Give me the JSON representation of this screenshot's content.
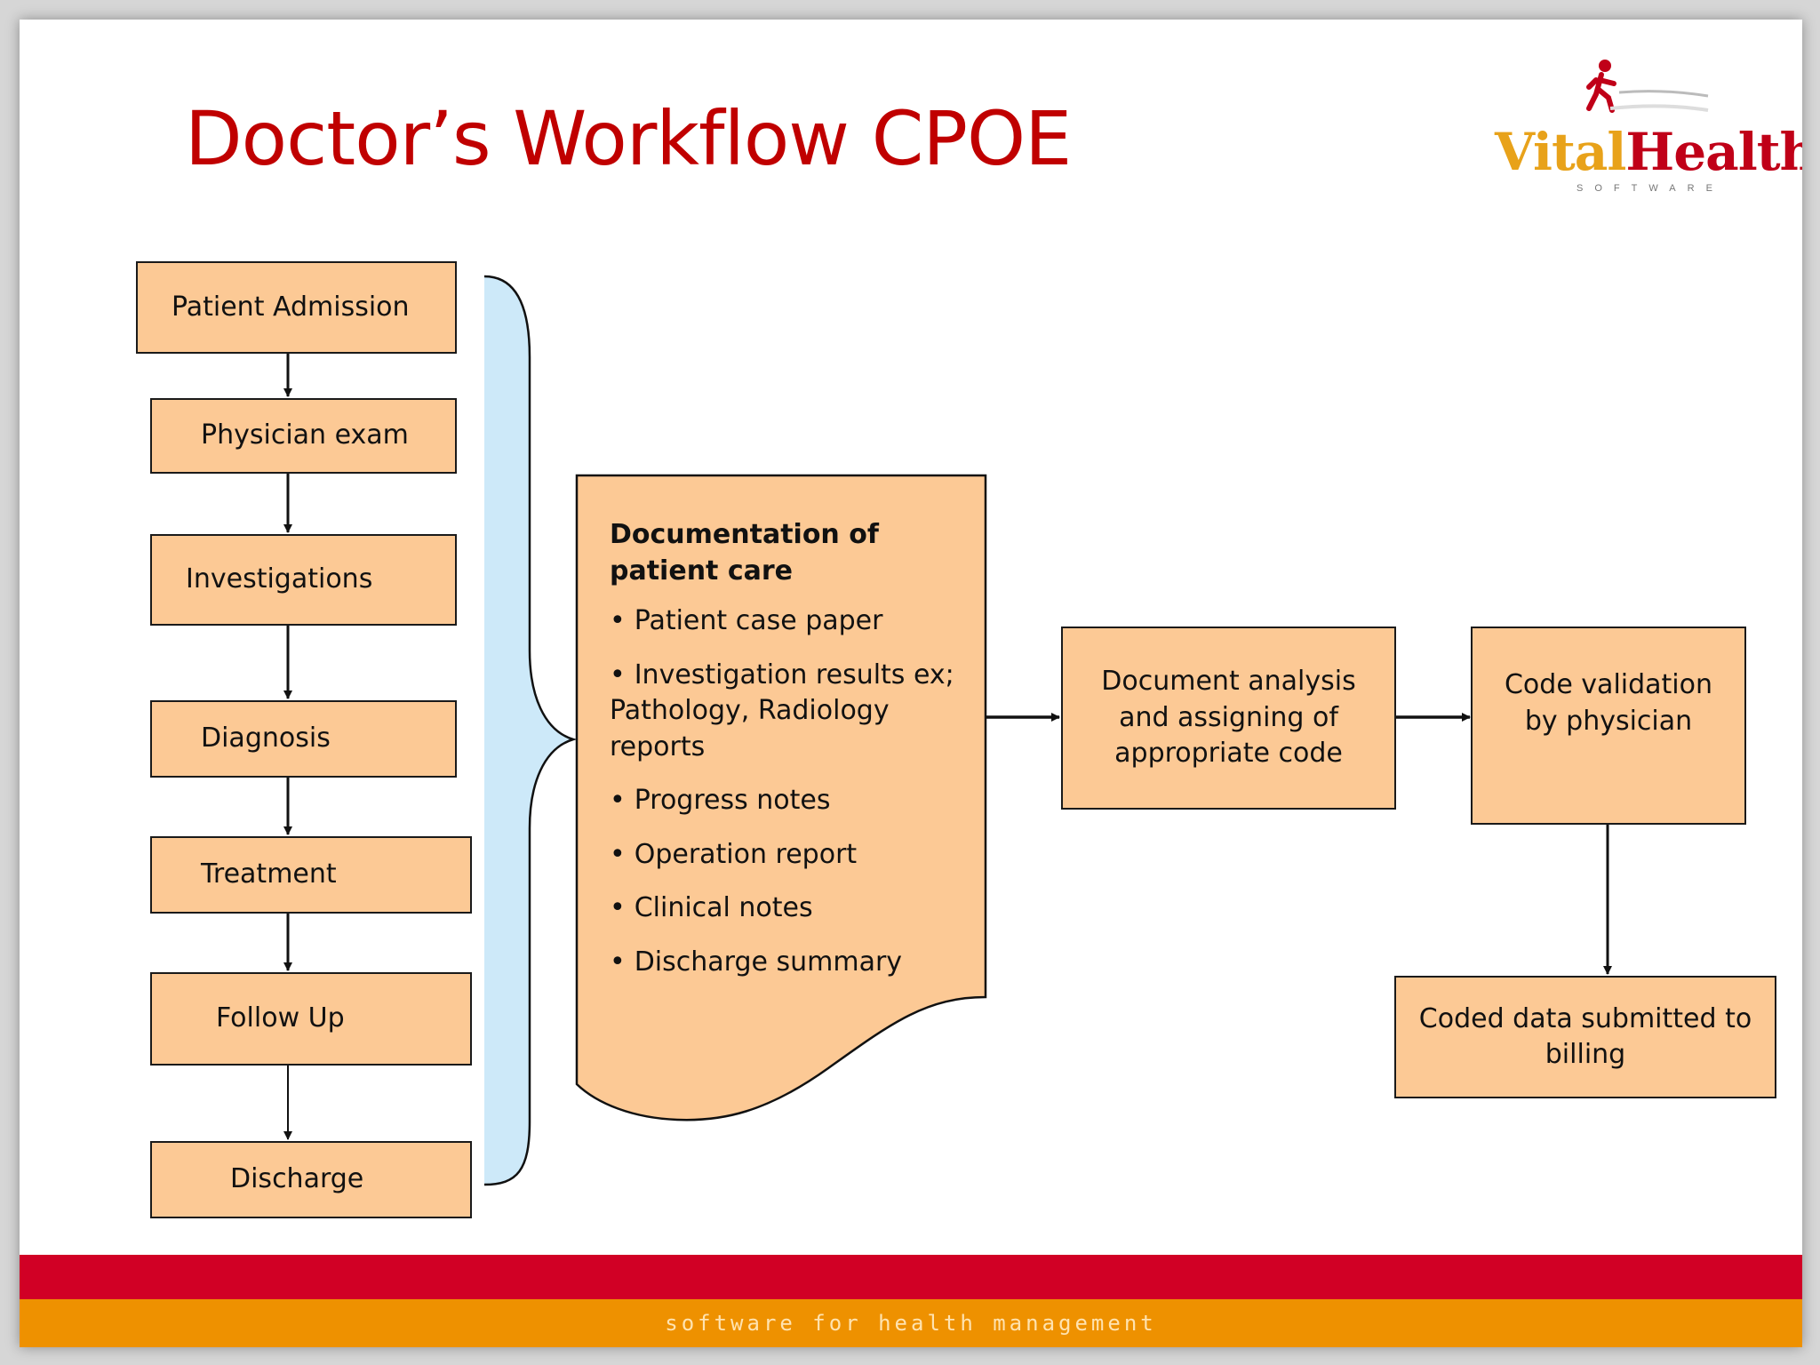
{
  "slide": {
    "title": "Doctor’s Workflow CPOE",
    "logo": {
      "word_part1": "Vital",
      "word_part2": "Health",
      "subtitle": "SOFTWARE",
      "colors": {
        "vital": "#e8a21a",
        "health": "#c00018"
      }
    },
    "footer_text": "software for health management"
  },
  "workflow": {
    "steps": [
      "Patient Admission",
      "Physician exam",
      "Investigations",
      "Diagnosis",
      "Treatment",
      "Follow Up",
      "Discharge"
    ]
  },
  "documentation": {
    "heading_line1": "Documentation of",
    "heading_line2": "patient care",
    "items": [
      "Patient case paper",
      "Investigation results ex; Pathology, Radiology reports",
      "Progress notes",
      "Operation report",
      "Clinical notes",
      "Discharge summary"
    ]
  },
  "coding": {
    "analysis_line1": "Document analysis",
    "analysis_line2": "and assigning of",
    "analysis_line3": "appropriate  code",
    "validation_line1": "Code validation",
    "validation_line2": "by physician",
    "billing_line1": "Coded data submitted to",
    "billing_line2": "billing"
  },
  "colors": {
    "box_fill": "#fcc995",
    "brace_fill": "#cde9f9",
    "title": "#c00000",
    "footer_red": "#d10025",
    "footer_orange": "#ee9100"
  }
}
